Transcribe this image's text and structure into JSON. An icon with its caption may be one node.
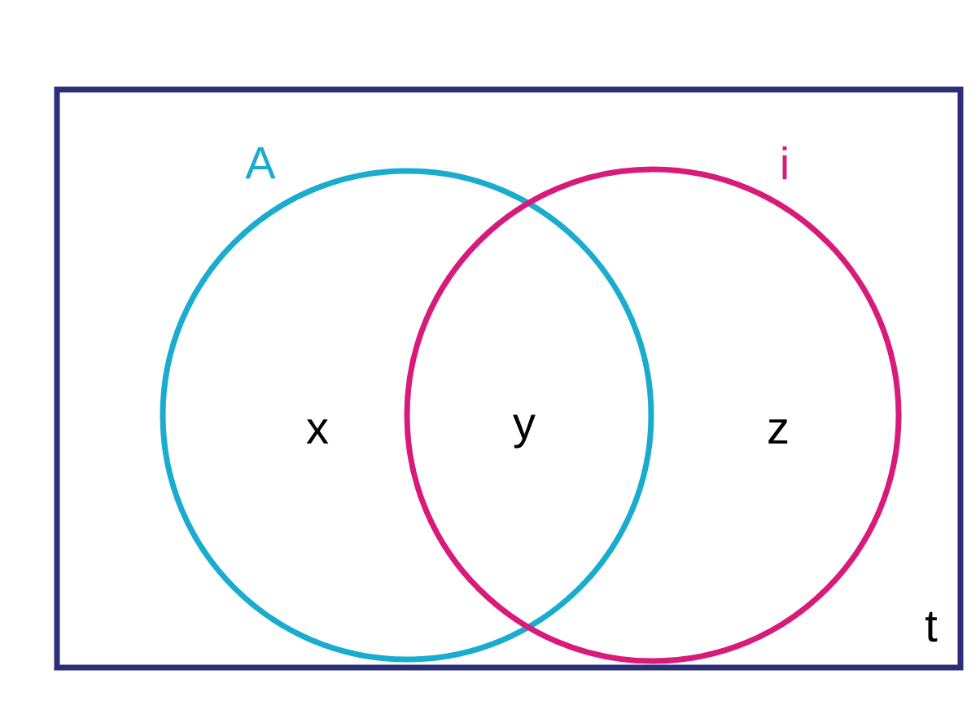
{
  "diagram": {
    "nodes": [
      {
        "text": [
          "t"
        ]
      },
      {
        "text": [
          "A",
          "x"
        ],
        "in": 0
      },
      {
        "text": [
          "i",
          "z"
        ],
        "in": 0
      }
    ],
    "labels": [
      "y"
    ]
  }
}
